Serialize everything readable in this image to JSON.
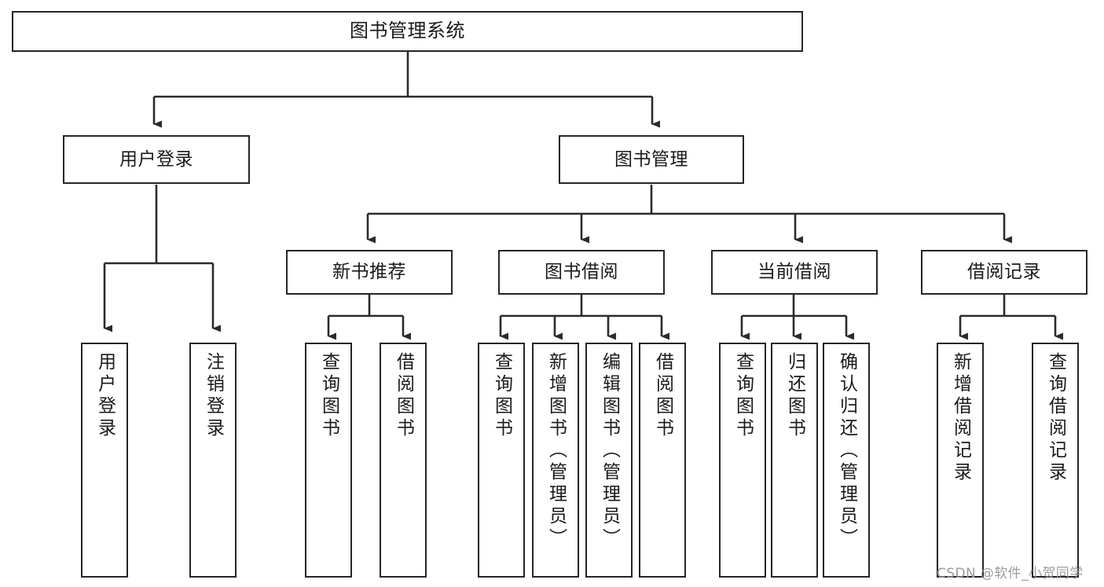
{
  "diagram": {
    "type": "tree-hierarchy",
    "title": "图书管理系统",
    "orientation": "top-down",
    "watermark": "CSDN @软件_小贺同学",
    "colors": {
      "border": "#262626",
      "background": "#ffffff",
      "text": "#1a1a1a",
      "watermark": "#9b9b9b"
    },
    "nodes": {
      "root": {
        "label": "图书管理系统"
      },
      "level1": [
        {
          "label": "用户登录"
        },
        {
          "label": "图书管理"
        }
      ],
      "level2": [
        {
          "label": "新书推荐"
        },
        {
          "label": "图书借阅"
        },
        {
          "label": "当前借阅"
        },
        {
          "label": "借阅记录"
        }
      ],
      "leaves_user_login": [
        {
          "label": "用户登录"
        },
        {
          "label": "注销登录"
        }
      ],
      "leaves_new_book": [
        {
          "label": "查询图书"
        },
        {
          "label": "借阅图书"
        }
      ],
      "leaves_borrow": [
        {
          "label": "查询图书"
        },
        {
          "label": "新增图书（管理员）"
        },
        {
          "label": "编辑图书（管理员）"
        },
        {
          "label": "借阅图书"
        }
      ],
      "leaves_current": [
        {
          "label": "查询图书"
        },
        {
          "label": "归还图书"
        },
        {
          "label": "确认归还（管理员）"
        }
      ],
      "leaves_records": [
        {
          "label": "新增借阅记录"
        },
        {
          "label": "查询借阅记录"
        }
      ]
    }
  }
}
